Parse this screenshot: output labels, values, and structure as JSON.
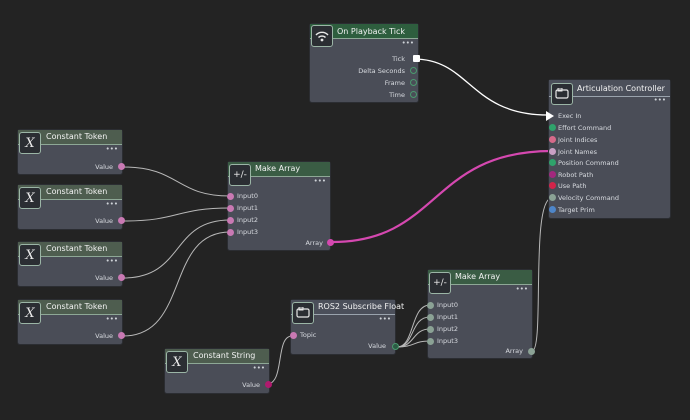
{
  "colors": {
    "background": "#232323",
    "token_pin": "#c979b3",
    "array_wire": "#d548b0",
    "float_pin": "#4a9a6e",
    "exec_pin": "#ffffff",
    "wire_white": "#ffffff",
    "wire_gray": "#b8b8b8",
    "string_pin": "#b01a6e"
  },
  "icons": {
    "constant": "X",
    "make_array": "+/-",
    "playback": "wifi-signal",
    "controller": "controller-card"
  },
  "nodes": {
    "playback": {
      "title": "On Playback Tick",
      "menu": "•••",
      "outputs": [
        "Tick",
        "Delta Seconds",
        "Frame",
        "Time"
      ]
    },
    "controller": {
      "title": "Articulation Controller",
      "menu": "•••",
      "inputs": [
        "Exec In",
        "Effort Command",
        "Joint Indices",
        "Joint Names",
        "Position Command",
        "Robot Path",
        "Use Path",
        "Velocity Command",
        "Target Prim"
      ]
    },
    "token1": {
      "title": "Constant Token",
      "menu": "•••",
      "output": "Value"
    },
    "token2": {
      "title": "Constant Token",
      "menu": "•••",
      "output": "Value"
    },
    "token3": {
      "title": "Constant Token",
      "menu": "•••",
      "output": "Value"
    },
    "token4": {
      "title": "Constant Token",
      "menu": "•••",
      "output": "Value"
    },
    "make_array1": {
      "title": "Make Array",
      "menu": "•••",
      "inputs": [
        "Input0",
        "Input1",
        "Input2",
        "Input3"
      ],
      "output": "Array"
    },
    "ros2": {
      "title": "ROS2 Subscribe Float",
      "menu": "•••",
      "input": "Topic",
      "output": "Value"
    },
    "string": {
      "title": "Constant String",
      "menu": "•••",
      "output": "Value"
    },
    "make_array2": {
      "title": "Make Array",
      "menu": "•••",
      "inputs": [
        "Input0",
        "Input1",
        "Input2",
        "Input3"
      ],
      "output": "Array"
    }
  }
}
